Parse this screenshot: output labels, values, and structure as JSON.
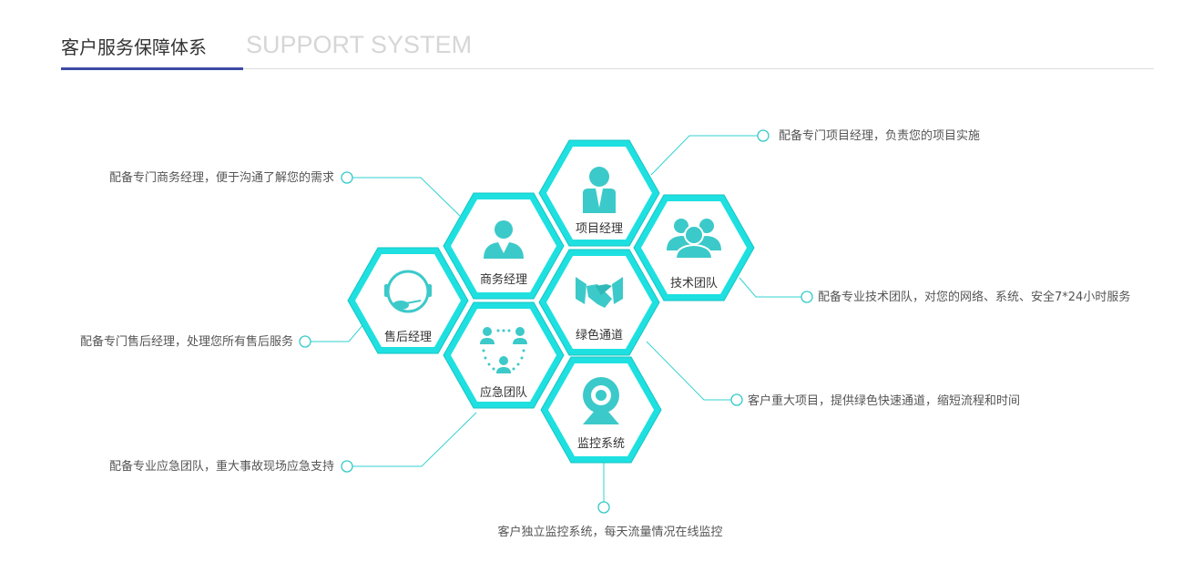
{
  "header": {
    "title": "客户服务保障体系",
    "subtitle": "SUPPORT SYSTEM"
  },
  "colors": {
    "hex": "#1ee0e0",
    "icon": "#3cc9c9",
    "line": "#33d2d2",
    "accent": "#3d4aa5"
  },
  "hexes": [
    {
      "label": "项目经理",
      "icon": "manager-icon",
      "annotation": "配备专门项目经理，负责您的项目实施"
    },
    {
      "label": "商务经理",
      "icon": "business-manager-icon",
      "annotation": "配备专门商务经理，便于沟通了解您的需求"
    },
    {
      "label": "技术团队",
      "icon": "team-icon",
      "annotation": "配备专业技术团队，对您的网络、系统、安全7*24小时服务"
    },
    {
      "label": "售后经理",
      "icon": "headset-icon",
      "annotation": "配备专门售后经理，处理您所有售后服务"
    },
    {
      "label": "绿色通道",
      "icon": "handshake-icon",
      "annotation": "客户重大项目，提供绿色快速通道，缩短流程和时间"
    },
    {
      "label": "应急团队",
      "icon": "emergency-team-icon",
      "annotation": "配备专业应急团队，重大事故现场应急支持"
    },
    {
      "label": "监控系统",
      "icon": "webcam-icon",
      "annotation": "客户独立监控系统，每天流量情况在线监控"
    }
  ]
}
